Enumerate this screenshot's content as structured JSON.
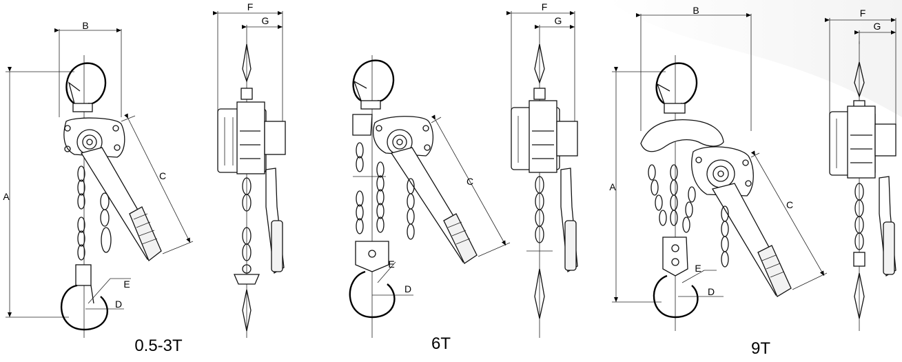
{
  "captions": [
    "0.5-3T",
    "6T",
    "9T"
  ],
  "labels": {
    "a": "A",
    "b": "B",
    "c": "C",
    "d": "D",
    "e": "E",
    "f": "F",
    "g": "G"
  }
}
